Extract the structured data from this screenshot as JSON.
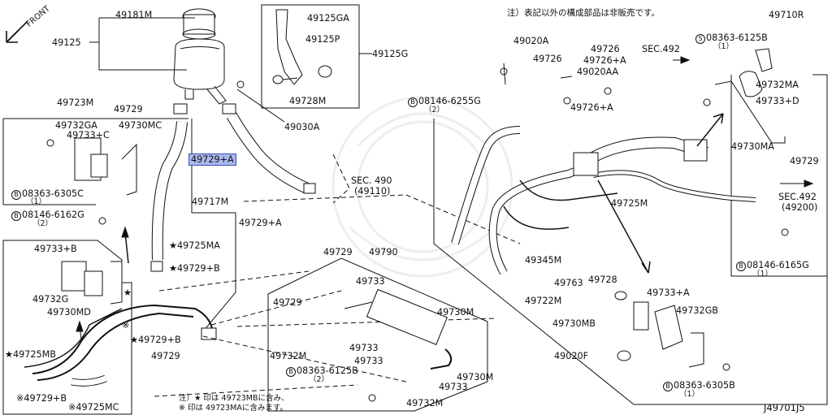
{
  "diagram": {
    "drawing_id": "J49701J5",
    "front_label": "FRONT",
    "note_top": "注）表記以外の構成部品は非販売です。",
    "note_bottom_1": "注）★ 印は 49723MBに含み、",
    "note_bottom_2": "※ 印は 49723MAに含みます。"
  },
  "labels": {
    "p49181M": "49181M",
    "p49125": "49125",
    "p49125GA": "49125GA",
    "p49125P": "49125P",
    "p49125G": "49125G",
    "p49728M": "49728M",
    "p49723M": "49723M",
    "p49729_a": "49729",
    "p49030A": "49030A",
    "p49732GA": "49732GA",
    "p49733C": "49733+C",
    "p49730MC": "49730MC",
    "p49729A_hl": "49729+A",
    "bolt_6305C": "08363-6305C",
    "bolt_6305C_q": "（1）",
    "sec490": "SEC. 490",
    "sec490_sub": "(49110)",
    "p49717M": "49717M",
    "bolt_6162G": "08146-6162G",
    "bolt_6162G_q": "（2）",
    "p49729A_b": "49729+A",
    "p49725MA": "★49725MA",
    "p49729B_a": "★49729+B",
    "p49733B": "49733+B",
    "p49732G": "49732G",
    "p49730MD": "49730MD",
    "p49725MB": "★49725MB",
    "p49729B_b": "★49729+B",
    "p49729_b": "49729",
    "p49729B_c": "※49729+B",
    "p49725MC": "※49725MC",
    "p49729_c": "49729",
    "p49790": "49790",
    "p49729_d": "49729",
    "p49733_a": "49733",
    "p49730M_a": "49730M",
    "p49732M_a": "49732M",
    "p49733_b": "49733",
    "p49733_c": "49733",
    "p49730M_b": "49730M",
    "bolt_6125B_a": "08363-6125B",
    "bolt_6125B_a_q": "（2）",
    "p49733_d": "49733",
    "p49732M_b": "49732M",
    "p49020A": "49020A",
    "p49726_a": "49726",
    "p49726_b": "49726",
    "p49726A_a": "49726+A",
    "p49020AA": "49020AA",
    "sec492_a": "SEC.492",
    "bolt_6255G": "08146-6255G",
    "bolt_6255G_q": "（2）",
    "p49726A_b": "49726+A",
    "p49710R": "49710R",
    "bolt_6125B_b": "08363-6125B",
    "bolt_6125B_b_q": "（1）",
    "p49732MA": "49732MA",
    "p49733D": "49733+D",
    "p49730MA": "49730MA",
    "p49729_e": "49729",
    "p49725M": "49725M",
    "sec492_b": "SEC.492",
    "sec492_b_sub": "(49200)",
    "bolt_6165G": "08146-6165G",
    "bolt_6165G_q": "（1）",
    "p49345M": "49345M",
    "p49763": "49763",
    "p49722M": "49722M",
    "p49728": "49728",
    "p49733A": "49733+A",
    "p49732GB": "49732GB",
    "p49730MB": "49730MB",
    "p49020F": "49020F",
    "bolt_6305B": "08363-6305B",
    "bolt_6305B_q": "（1）",
    "mark_s": "S",
    "mark_b": "B",
    "asterisk": "※",
    "star": "★"
  }
}
